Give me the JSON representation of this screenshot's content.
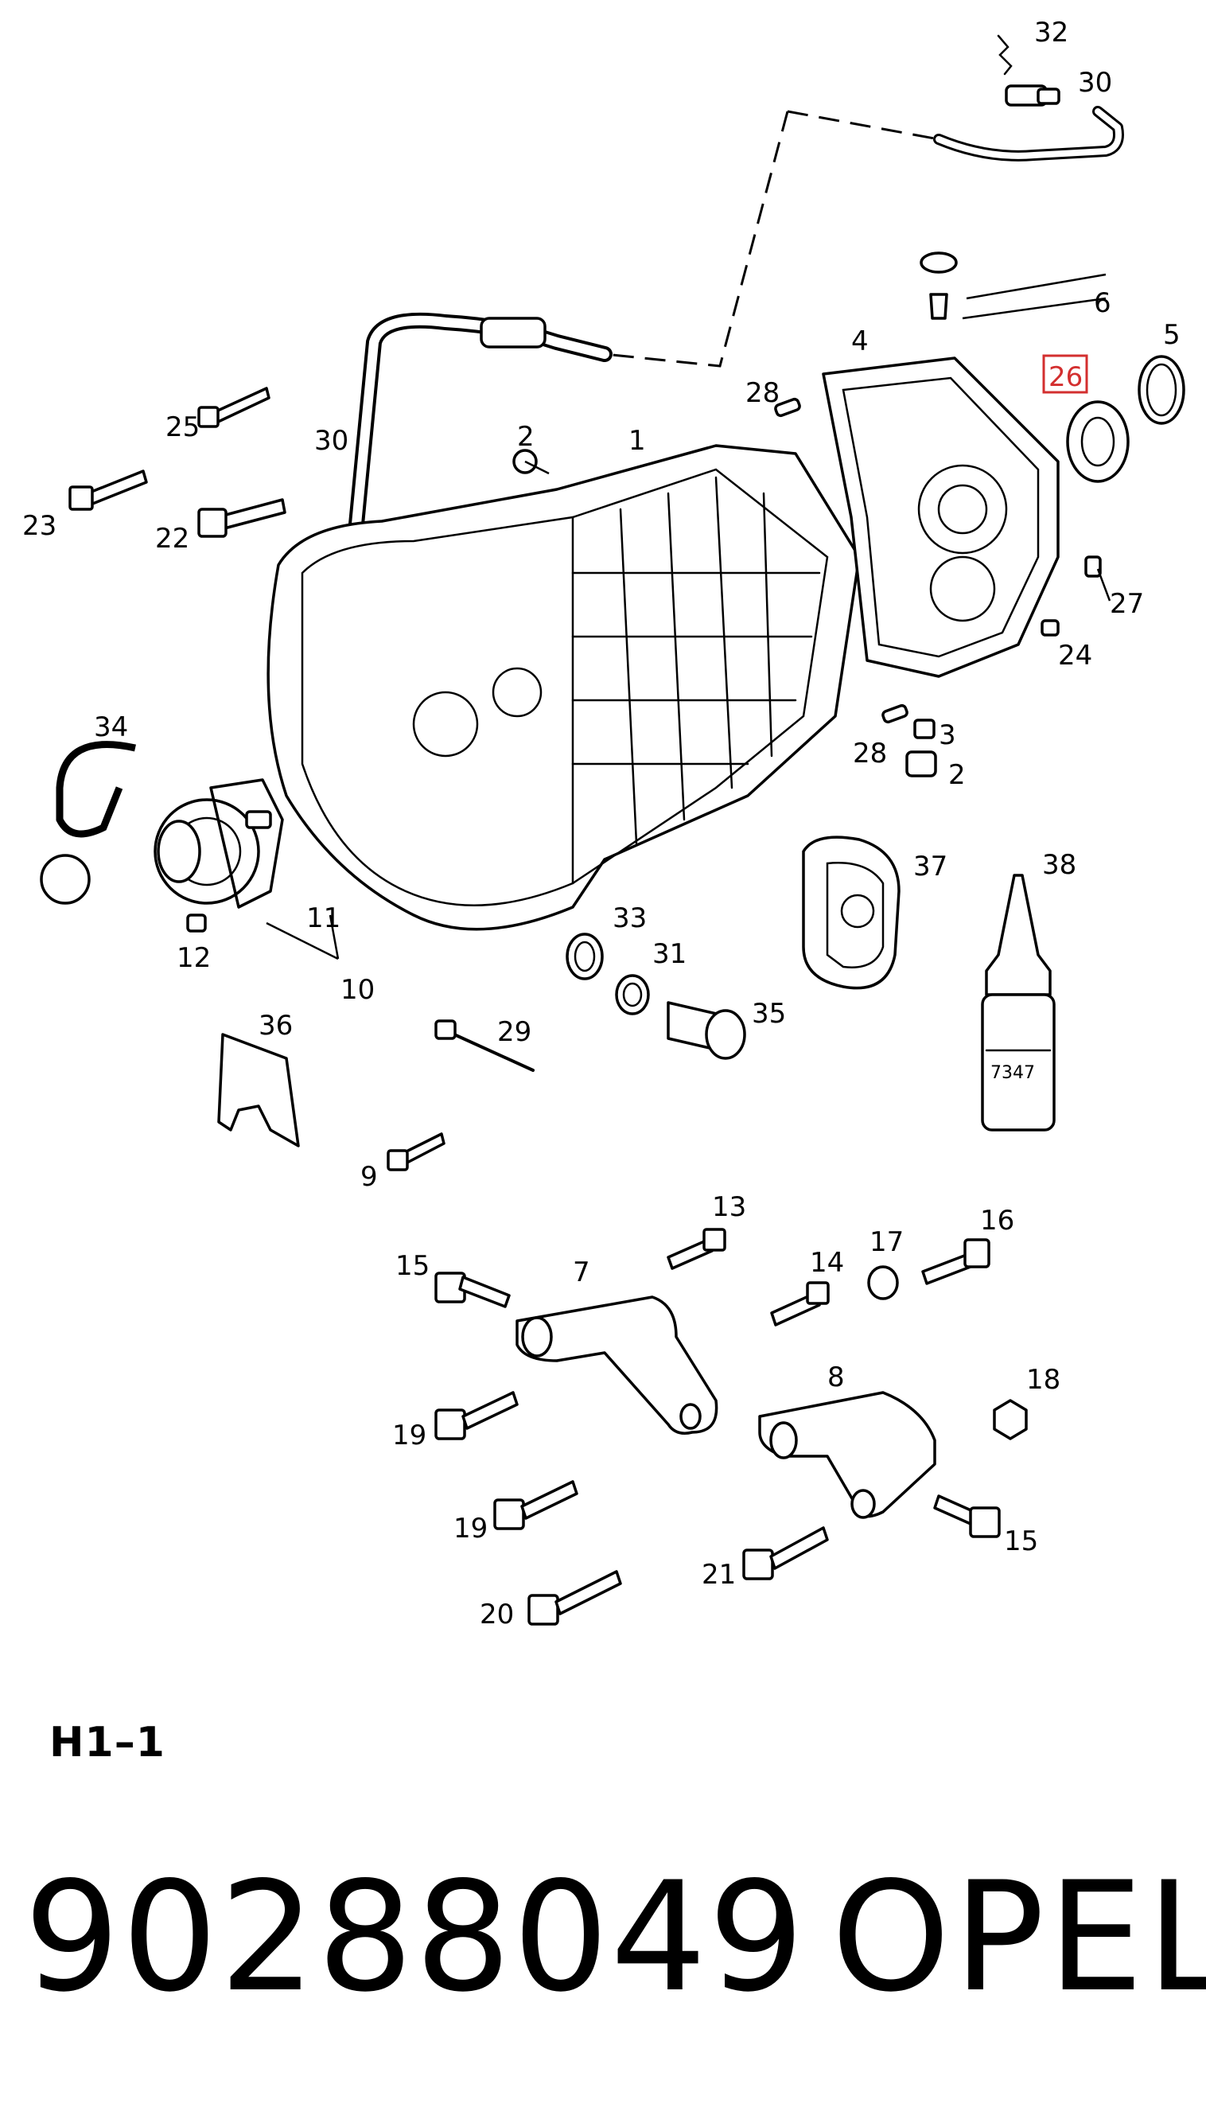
{
  "diagram": {
    "highlight_color": "#d32f2f",
    "highlighted_callout": "26",
    "callouts": {
      "c1": "1",
      "c2a": "2",
      "c2b": "2",
      "c3": "3",
      "c4": "4",
      "c5": "5",
      "c6": "6",
      "c7": "7",
      "c8": "8",
      "c9": "9",
      "c10": "10",
      "c11": "11",
      "c12": "12",
      "c13": "13",
      "c14": "14",
      "c15a": "15",
      "c15b": "15",
      "c16": "16",
      "c17": "17",
      "c18": "18",
      "c19a": "19",
      "c19b": "19",
      "c20": "20",
      "c21": "21",
      "c22": "22",
      "c23": "23",
      "c24": "24",
      "c25": "25",
      "c26": "26",
      "c27": "27",
      "c28a": "28",
      "c28b": "28",
      "c29": "29",
      "c30a": "30",
      "c30b": "30",
      "c31": "31",
      "c32": "32",
      "c33": "33",
      "c34": "34",
      "c35": "35",
      "c36": "36",
      "c37": "37",
      "c38": "38"
    },
    "bottle_label": "7347"
  },
  "footer": {
    "diagram_code": "H1–1",
    "part_number": "90288049",
    "brand": "OPEL"
  }
}
